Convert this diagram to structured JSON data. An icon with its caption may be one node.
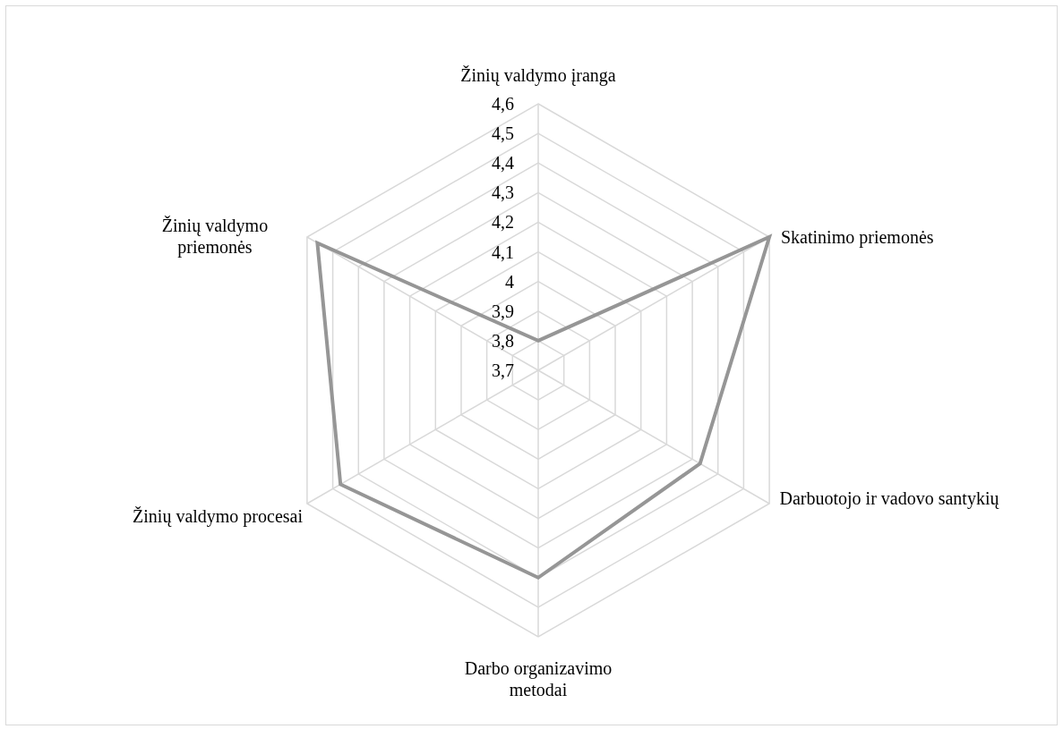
{
  "diagram": {
    "labels": [
      "Žinių valdymo įranga",
      "4,6",
      "4,5",
      "4,4",
      "4,3",
      "4,2",
      "Žinių valdymo priemonės",
      "Skatinimo priemonės",
      "4,1",
      "4",
      "3,9",
      "3,8",
      "3,7",
      "Darbuotojo ir vadovo santykių",
      "Žinių valdymo procesai",
      "Darbo organizavimo metodai"
    ]
  }
}
